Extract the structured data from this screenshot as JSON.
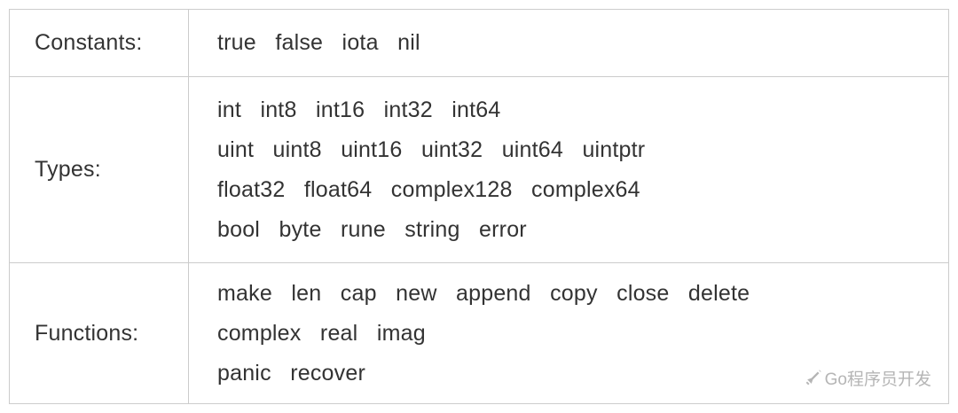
{
  "table": {
    "rows": [
      {
        "label": "Constants:",
        "lines": [
          [
            "true",
            "false",
            "iota",
            "nil"
          ]
        ]
      },
      {
        "label": "Types:",
        "lines": [
          [
            "int",
            "int8",
            "int16",
            "int32",
            "int64"
          ],
          [
            "uint",
            "uint8",
            "uint16",
            "uint32",
            "uint64",
            "uintptr"
          ],
          [
            "float32",
            "float64",
            "complex128",
            "complex64"
          ],
          [
            "bool",
            "byte",
            "rune",
            "string",
            "error"
          ]
        ]
      },
      {
        "label": "Functions:",
        "lines": [
          [
            "make",
            "len",
            "cap",
            "new",
            "append",
            "copy",
            "close",
            "delete"
          ],
          [
            "complex",
            "real",
            "imag"
          ],
          [
            "panic",
            "recover"
          ]
        ]
      }
    ]
  },
  "watermark": {
    "text": "Go程序员开发"
  },
  "colors": {
    "border": "#cccccc",
    "text": "#333333",
    "watermark": "#b5b5b5"
  }
}
